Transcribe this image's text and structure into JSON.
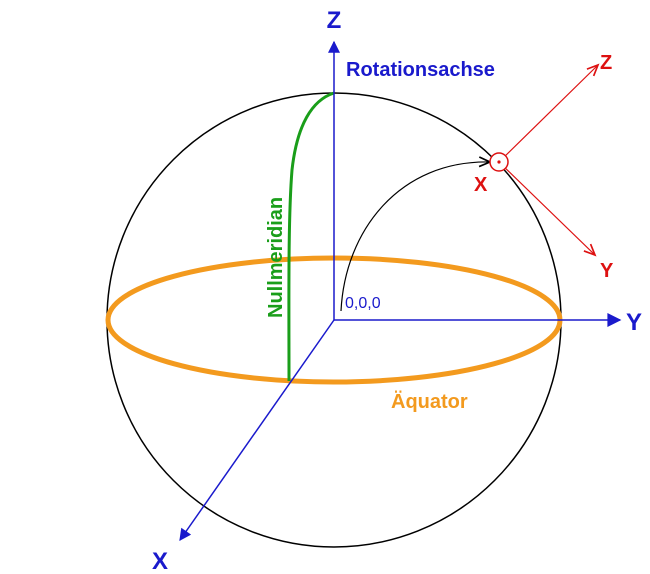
{
  "labels": {
    "axis_z": "Z",
    "axis_y": "Y",
    "axis_x": "X",
    "rotation_axis": "Rotationsachse",
    "origin": "0,0,0",
    "prime_meridian": "Nullmeridian",
    "equator": "Äquator",
    "local_z": "Z",
    "local_y": "Y",
    "local_x": "X"
  },
  "colors": {
    "global_axes": "#1a1acc",
    "local_axes": "#dd1111",
    "equator": "#f39a1e",
    "meridian": "#1a9e1a",
    "sphere": "#000000"
  }
}
